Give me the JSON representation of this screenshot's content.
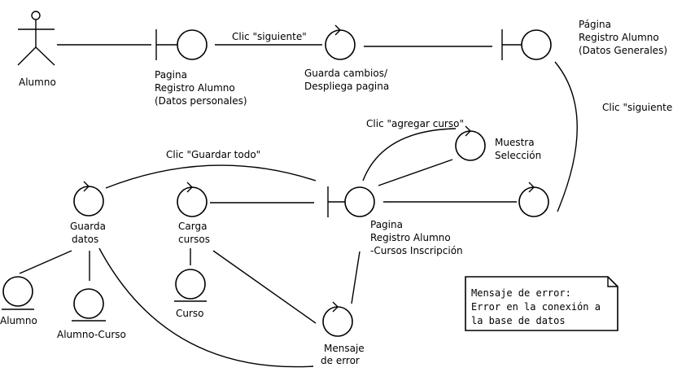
{
  "diagram": {
    "actors": {
      "alumno": "Alumno"
    },
    "boundaries": {
      "datos_personales": [
        "Pagina",
        "Registro Alumno",
        "(Datos personales)"
      ],
      "datos_generales": [
        "Página",
        "Registro Alumno",
        "(Datos Generales)"
      ],
      "cursos_inscripcion": [
        "Pagina",
        "Registro Alumno",
        "-Cursos Inscripción"
      ]
    },
    "controls": {
      "guarda_cambios": [
        "Guarda cambios/",
        "Despliega pagina"
      ],
      "muestra_seleccion": [
        "Muestra",
        "Selección"
      ],
      "guarda_datos": [
        "Guarda",
        "datos"
      ],
      "carga_cursos": [
        "Carga",
        "cursos"
      ],
      "mensaje_error": [
        "Mensaje",
        "de error"
      ]
    },
    "entities": {
      "alumno": "Alumno",
      "alumno_curso": "Alumno-Curso",
      "curso": "Curso"
    },
    "messages": {
      "clic_siguiente_1": "Clic \"siguiente\"",
      "clic_siguiente_2": "Clic \"siguiente\"",
      "clic_agregar_curso": "Clic \"agregar curso\"",
      "clic_guardar_todo": "Clic \"Guardar todo\""
    },
    "note": [
      "Mensaje de error:",
      "Error en la conexión a",
      "la base de datos"
    ]
  }
}
